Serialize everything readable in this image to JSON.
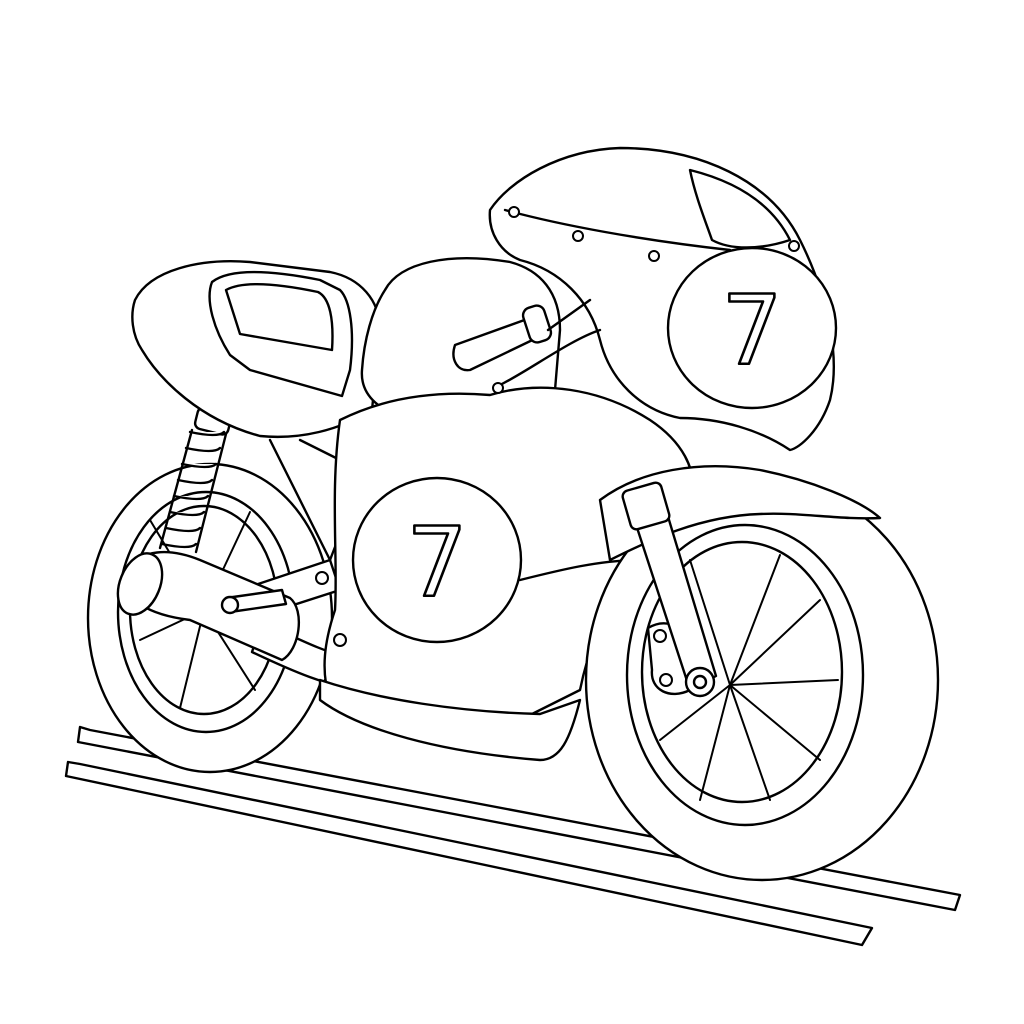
{
  "drawing": {
    "style": "line-art",
    "colors": {
      "line": "#000000",
      "background": "#ffffff"
    },
    "front_fairing_number": "7",
    "side_fairing_number": "7"
  }
}
